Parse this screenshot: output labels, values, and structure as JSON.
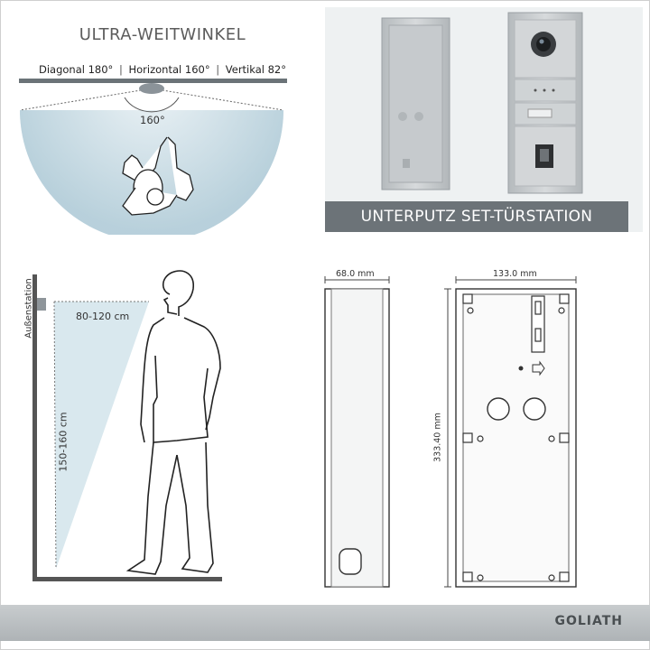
{
  "wide_angle": {
    "title": "ULTRA-WEITWINKEL",
    "diagonal": "Diagonal 180°",
    "horizontal": "Horizontal 160°",
    "vertical": "Vertikal 82°",
    "separator": "|",
    "angle_label": "160°"
  },
  "kit": {
    "banner": "UNTERPUTZ SET-TÜRSTATION"
  },
  "install": {
    "station_label": "Außenstation",
    "distance_label": "80-120 cm",
    "height_label": "150-160 cm"
  },
  "dimensions": {
    "depth": "68.0 mm",
    "width": "133.0 mm",
    "height": "333.40 mm"
  },
  "brand": {
    "name": "GOLIATH"
  },
  "colors": {
    "banner": "#6c7378",
    "fov": "#c9dbe3",
    "steel": "#c4c8cb",
    "bottom_bar": "#b9bdc0"
  }
}
